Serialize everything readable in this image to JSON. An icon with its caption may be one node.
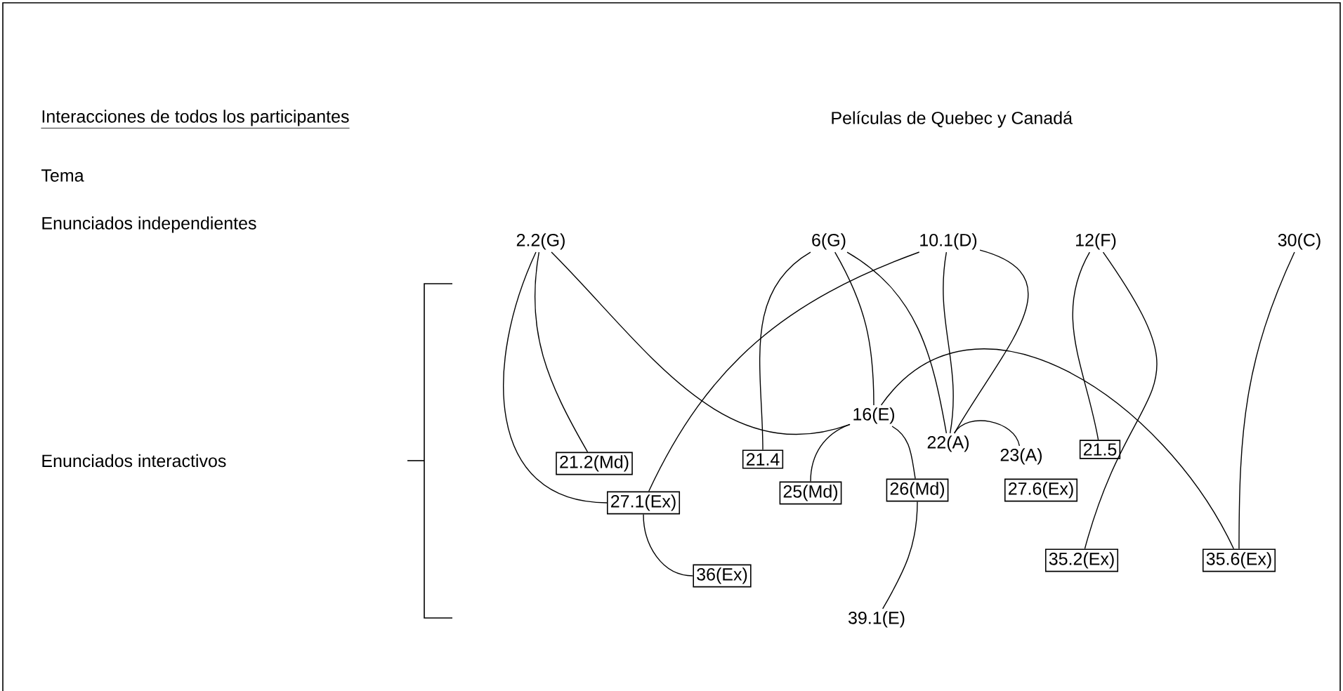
{
  "diagram": {
    "title": "Interacciones de todos los participantes",
    "nodes": [
      {
        "text": [
          "2.2(G)"
        ]
      },
      {
        "text": [
          "6(G)"
        ]
      },
      {
        "text": [
          "10.1(D)"
        ]
      },
      {
        "text": [
          "12(F)"
        ]
      },
      {
        "text": [
          "30(C)"
        ]
      },
      {
        "text": [
          "16(E)"
        ]
      },
      {
        "text": [
          "21.2(Md)"
        ]
      },
      {
        "text": [
          "21.4"
        ]
      },
      {
        "text": [
          "22(A)"
        ]
      },
      {
        "text": [
          "23(A)"
        ]
      },
      {
        "text": [
          "21.5"
        ]
      },
      {
        "text": [
          "25(Md)"
        ]
      },
      {
        "text": [
          "26(Md)"
        ]
      },
      {
        "text": [
          "27.6(Ex)"
        ]
      },
      {
        "text": [
          "27.1(Ex)"
        ]
      },
      {
        "text": [
          "36(Ex)"
        ]
      },
      {
        "text": [
          "35.2(Ex)"
        ]
      },
      {
        "text": [
          "35.6(Ex)"
        ]
      },
      {
        "text": [
          "39.1(E)"
        ]
      }
    ],
    "edges": [
      {
        "from": 0,
        "to": 6,
        "arrow": "none"
      },
      {
        "from": 0,
        "to": 14,
        "arrow": "none"
      },
      {
        "from": 0,
        "to": 5,
        "arrow": "none"
      },
      {
        "from": 1,
        "to": 7,
        "arrow": "none"
      },
      {
        "from": 1,
        "to": 5,
        "arrow": "none"
      },
      {
        "from": 1,
        "to": 8,
        "arrow": "none"
      },
      {
        "from": 14,
        "to": 2,
        "arrow": "none"
      },
      {
        "from": 2,
        "to": 8,
        "arrow": "none"
      },
      {
        "from": 2,
        "to": 8,
        "arrow": "none"
      },
      {
        "from": 8,
        "to": 9,
        "arrow": "none"
      },
      {
        "from": 3,
        "to": 10,
        "arrow": "none"
      },
      {
        "from": 3,
        "to": 16,
        "arrow": "none"
      },
      {
        "from": 4,
        "to": 17,
        "arrow": "none"
      },
      {
        "from": 5,
        "to": 17,
        "arrow": "none"
      },
      {
        "from": 5,
        "to": 11,
        "arrow": "none"
      },
      {
        "from": 5,
        "to": 12,
        "arrow": "none"
      },
      {
        "from": 12,
        "to": 18,
        "arrow": "none"
      },
      {
        "from": 14,
        "to": 15,
        "arrow": "none"
      }
    ],
    "labels": [
      "Películas de Quebec y Canadá",
      "Tema",
      "Enunciados independientes",
      "Enunciados interactivos"
    ]
  }
}
